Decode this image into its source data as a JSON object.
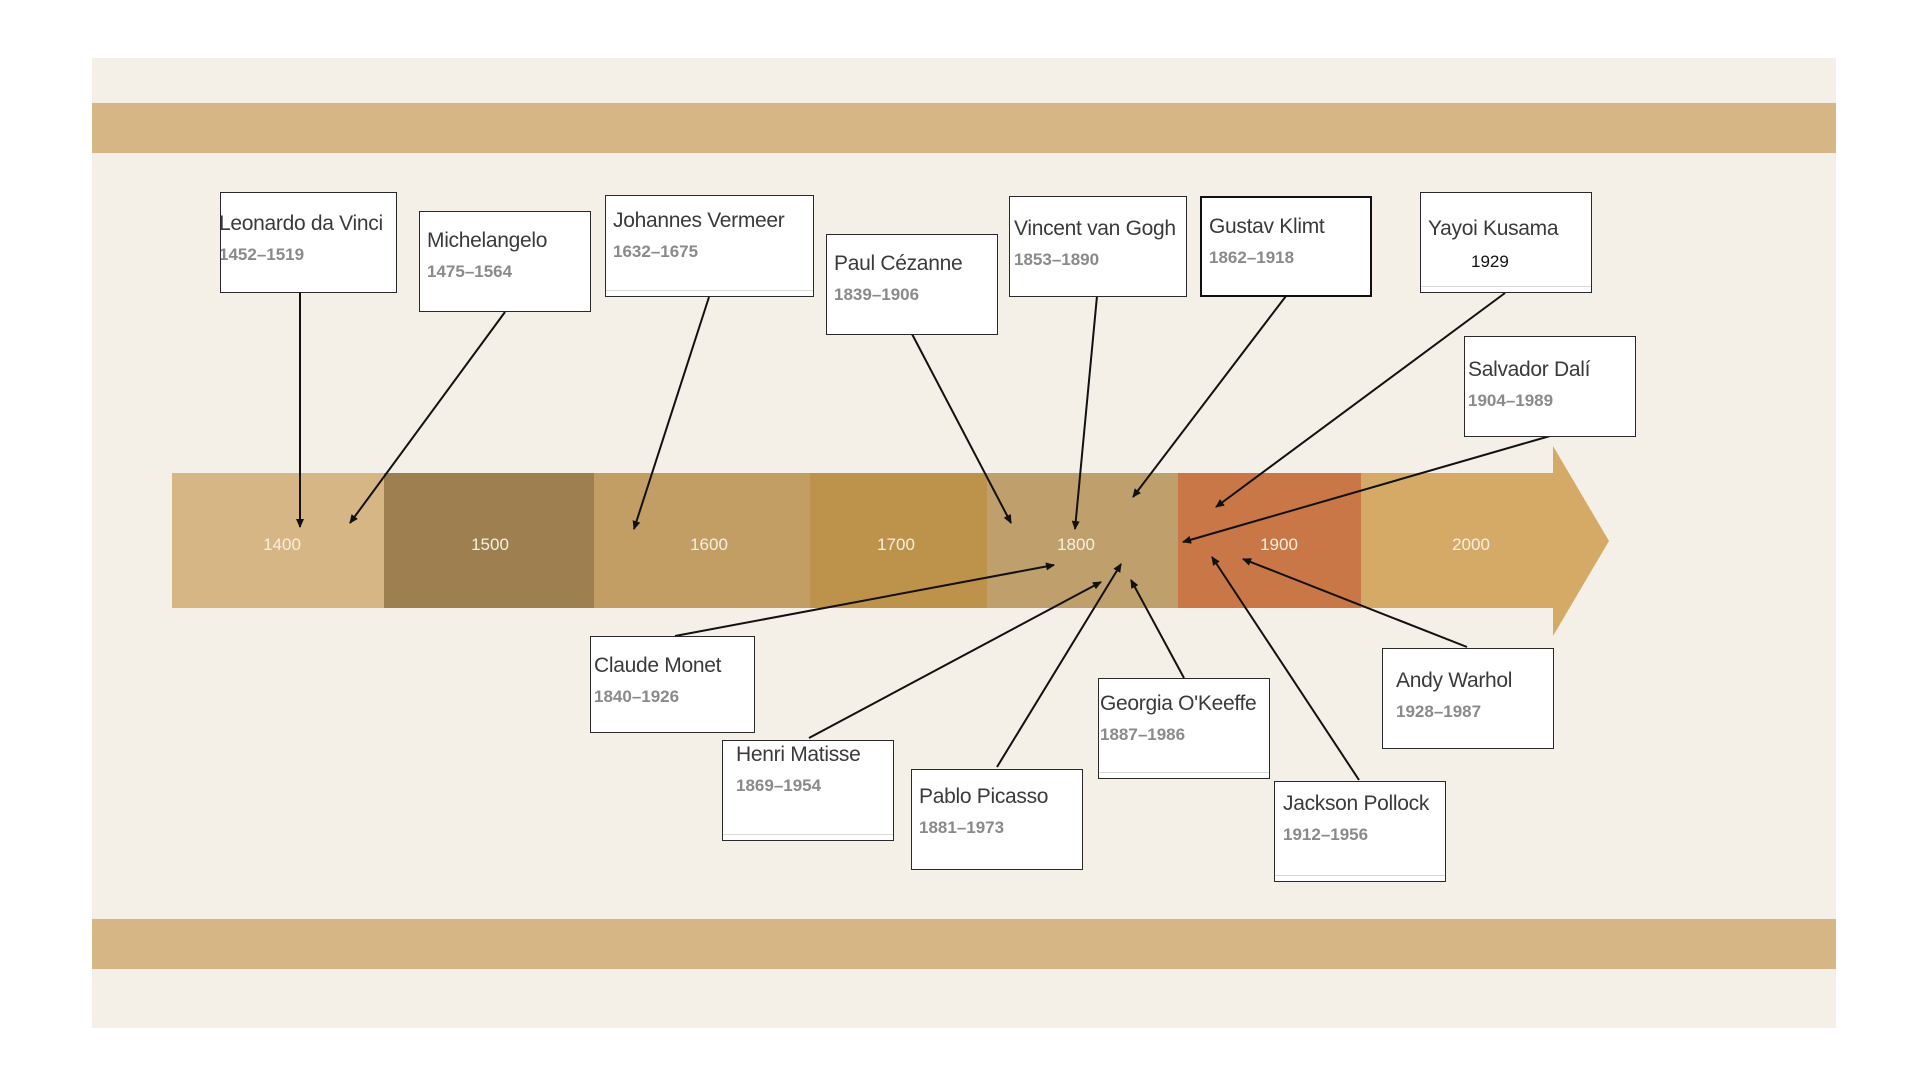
{
  "timeline": {
    "segments": [
      {
        "label": "1400",
        "color": "#d6b684"
      },
      {
        "label": "1500",
        "color": "#9e7f4f"
      },
      {
        "label": "1600",
        "color": "#c29e64"
      },
      {
        "label": "1700",
        "color": "#bd924b"
      },
      {
        "label": "1800",
        "color": "#bf9f6c"
      },
      {
        "label": "1900",
        "color": "#c97746"
      },
      {
        "label": "2000",
        "color": "#d5aa67"
      }
    ]
  },
  "artists": [
    {
      "name": "Leonardo da Vinci",
      "dates": "1452–1519"
    },
    {
      "name": "Michelangelo",
      "dates": "1475–1564"
    },
    {
      "name": "Johannes Vermeer",
      "dates": "1632–1675"
    },
    {
      "name": "Paul Cézanne",
      "dates": "1839–1906"
    },
    {
      "name": "Vincent van Gogh",
      "dates": "1853–1890"
    },
    {
      "name": "Gustav Klimt",
      "dates": "1862–1918"
    },
    {
      "name": "Yayoi Kusama",
      "dates": "1929"
    },
    {
      "name": "Salvador Dalí",
      "dates": "1904–1989"
    },
    {
      "name": "Claude Monet",
      "dates": "1840–1926"
    },
    {
      "name": "Henri Matisse",
      "dates": "1869–1954"
    },
    {
      "name": "Pablo Picasso",
      "dates": "1881–1973"
    },
    {
      "name": "Georgia O'Keeffe",
      "dates": "1887–1986"
    },
    {
      "name": "Jackson Pollock",
      "dates": "1912–1956"
    },
    {
      "name": "Andy Warhol",
      "dates": "1928–1987"
    }
  ]
}
